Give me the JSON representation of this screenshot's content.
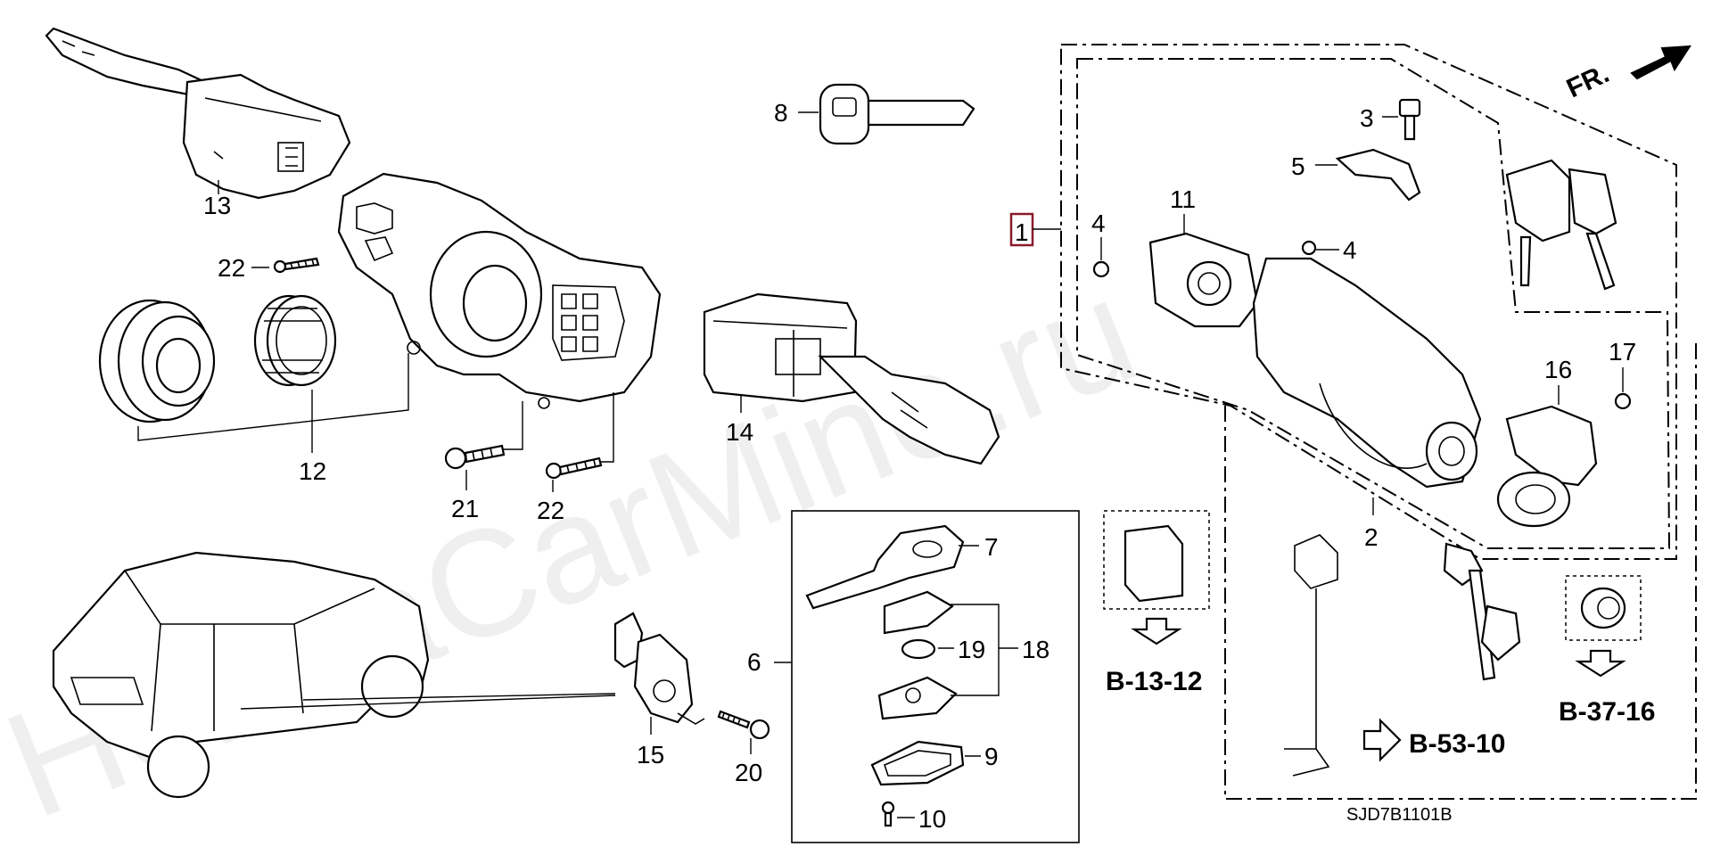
{
  "watermark": "HondaCarMine.ru",
  "diagram_code": "SJD7B1101B",
  "front_indicator": "FR.",
  "selected_callout": "1",
  "callouts": {
    "c1": "1",
    "c2": "2",
    "c3": "3",
    "c4a": "4",
    "c4b": "4",
    "c5": "5",
    "c6": "6",
    "c7": "7",
    "c8": "8",
    "c9": "9",
    "c10": "10",
    "c11": "11",
    "c12": "12",
    "c13": "13",
    "c14": "14",
    "c15": "15",
    "c16": "16",
    "c17": "17",
    "c18": "18",
    "c19": "19",
    "c20": "20",
    "c21": "21",
    "c22a": "22",
    "c22b": "22"
  },
  "references": {
    "r1": "B-13-12",
    "r2": "B-53-10",
    "r3": "B-37-16"
  }
}
